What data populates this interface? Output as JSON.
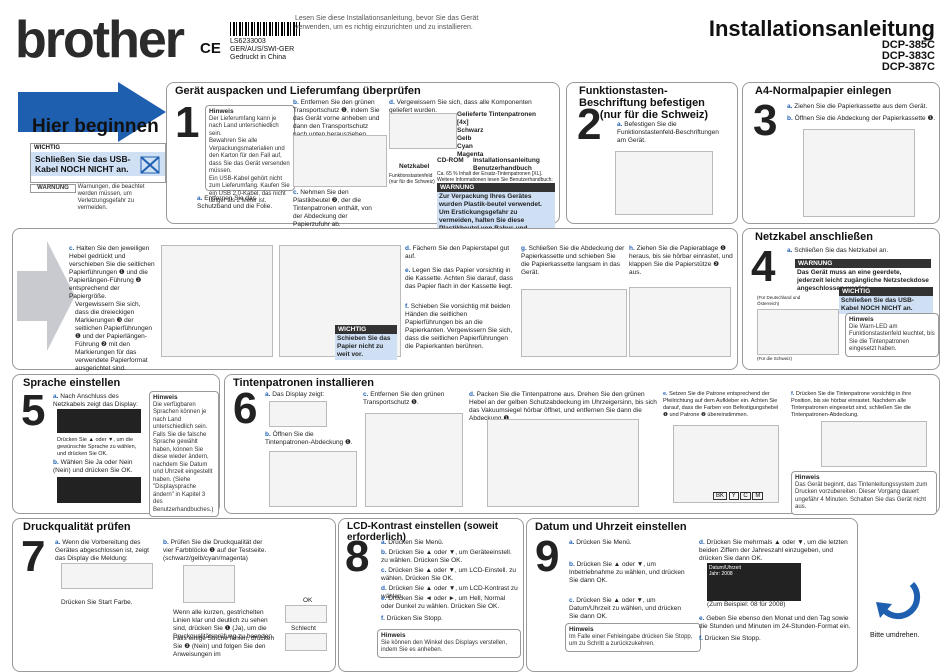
{
  "header": {
    "logo": "brother",
    "ce_mark": "CE",
    "doc_code": "LS6233003",
    "doc_region": "GER/AUS/SWI-GER",
    "doc_print": "Gedruckt in China",
    "intro": "Lesen Sie diese Installationsanleitung, bevor Sie das Gerät verwenden, um es richtig einzurichten und zu installieren.",
    "title": "Installationsanleitung",
    "models": [
      "DCP-385C",
      "DCP-383C",
      "DCP-387C"
    ]
  },
  "begin": {
    "title": "Hier beginnen",
    "wichtig_label": "WICHTIG",
    "wichtig_text": "Schließen Sie das USB-Kabel NOCH NICHT an.",
    "warnung_label": "WARNUNG",
    "warnung_text": "Warnungen, die beachtet werden müssen, um Verletzungsgefahr zu vermeiden."
  },
  "s1": {
    "title": "Gerät auspacken und Lieferumfang überprüfen",
    "num": "1",
    "hint_title": "Hinweis",
    "hint_items": [
      "Der Lieferumfang kann je nach Land unterschiedlich sein.",
      "Bewahren Sie alle Verpackungsmaterialien und den Karton für den Fall auf, dass Sie das Gerät versenden müssen.",
      "Ein USB-Kabel gehört nicht zum Lieferumfang. Kaufen Sie ein USB 2.0-Kabel, das nicht länger als 2 Meter ist."
    ],
    "a": "Entfernen Sie das Schutzband und die Folie.",
    "b": "Entfernen Sie den grünen Transportschutz ❶, indem Sie das Gerät vorne anheben und dann den Transportschutz nach unten herausziehen.",
    "c": "Nehmen Sie den Plastikbeutel ❷, der die Tintenpatronen enthält, von der Abdeckung der Papierzufuhr ab.",
    "d": "Vergewissern Sie sich, dass alle Komponenten geliefert wurden.",
    "components": [
      "Gelieferte Tintenpatronen [4x]",
      "Schwarz",
      "Gelb",
      "Cyan",
      "Magenta"
    ],
    "cdrom": "CD-ROM",
    "netzkabel": "Netzkabel",
    "install_manual": "Installationsanleitung Benutzerhandbuch",
    "fk_label": "Funktionstastenfeld (nur für die Schweiz)",
    "cd_note": "Ca. 65 % Inhalt der Ersatz-Tintenpatronen [XL]. Weitere Informationen lesen Sie Benutzerhandbuch: Verbrauchsmaterialien.",
    "warnung_label": "WARNUNG",
    "warnung_text": "Zur Verpackung Ihres Gerätes wurden Plastik-beutel verwendet. Um Erstickungsgefahr zu vermeiden, halten Sie diese Plastikbeutel von Babys und Kindern fern."
  },
  "s2": {
    "title": "Funktionstasten-Beschriftung befestigen",
    "subtitle": "(nur für die Schweiz)",
    "num": "2",
    "a": "Befestigen Sie die Funktionstastenfeld-Beschriftungen am Gerät."
  },
  "s3": {
    "title": "A4-Normalpapier einlegen",
    "num": "3",
    "a": "Ziehen Sie die Papierkassette aus dem Gerät.",
    "b": "Öffnen Sie die Abdeckung der Papierkassette ❶."
  },
  "paper": {
    "c": "Halten Sie den jeweiligen Hebel gedrückt und verschieben Sie die seitlichen Papierführungen ❶ und die Papierlängen-Führung ❷ entsprechend der Papiergröße.",
    "c2": "Vergewissern Sie sich, dass die dreieckigen Markierungen ❸ der seitlichen Papierführungen ❶ und der Papierlängen-Führung ❷ mit den Markierungen für das verwendete Papierformat ausgerichtet sind.",
    "d": "Fächern Sie den Papierstapel gut auf.",
    "e": "Legen Sie das Papier vorsichtig in die Kassette. Achten Sie darauf, dass das Papier flach in der Kassette liegt.",
    "f": "Schieben Sie vorsichtig mit beiden Händen die seitlichen Papierführungen bis an die Papierkanten. Vergewissern Sie sich, dass die seitlichen Papierführungen die Papierkanten berühren.",
    "wichtig_label": "WICHTIG",
    "wichtig_text": "Schieben Sie das Papier nicht zu weit vor.",
    "g": "Schließen Sie die Abdeckung der Papierkassette und schieben Sie die Papierkassette langsam in das Gerät.",
    "h": "Ziehen Sie die Papierablage ❶ heraus, bis sie hörbar einrastet, und klappen Sie die Papierstütze ❷ aus."
  },
  "s4": {
    "title": "Netzkabel anschließen",
    "num": "4",
    "a": "Schließen Sie das Netzkabel an.",
    "warnung_label": "WARNUNG",
    "warnung_text": "Das Gerät muss an eine geerdete, jederzeit leicht zugängliche Netzsteckdose angeschlossen werden.",
    "wichtig_label": "WICHTIG",
    "wichtig_text": "Schließen Sie das USB-Kabel NOCH NICHT an.",
    "hint_title": "Hinweis",
    "hint_text": "Die Warn-LED am Funktionstastenfeld leuchtet, bis Sie die Tintenpatronen eingesetzt haben.",
    "label_de": "(Für Deutschland und Österreich)",
    "label_ch": "(Für die Schweiz)"
  },
  "s5": {
    "title": "Sprache einstellen",
    "num": "5",
    "a": "Nach Anschluss des Netzkabels zeigt das Display:",
    "a2": "Drücken Sie ▲ oder ▼, um die gewünschte Sprache zu wählen, und drücken Sie OK.",
    "b": "Wählen Sie Ja oder Nein (Nein) und drücken Sie OK.",
    "hint_title": "Hinweis",
    "hint_items": [
      "Die verfügbaren Sprachen können je nach Land unterschiedlich sein.",
      "Falls Sie die falsche Sprache gewählt haben, können Sie diese wieder ändern, nachdem Sie Datum und Uhrzeit eingestellt haben. (Siehe \"Displaysprache ändern\" in Kapitel 3 des Benutzerhandbuches.)"
    ]
  },
  "s6": {
    "title": "Tintenpatronen installieren",
    "num": "6",
    "a": "Das Display zeigt:",
    "b": "Öffnen Sie die Tintenpatronen-Abdeckung ❶.",
    "c": "Entfernen Sie den grünen Transportschutz ❶.",
    "d": "Packen Sie die Tintenpatrone aus. Drehen Sie den grünen Hebel an der gelben Schutzabdeckung im Uhrzeigersinn, bis sich das Vakuumsiegel hörbar öffnet, und entfernen Sie dann die Abdeckung ❶.",
    "e": "Setzen Sie die Patrone entsprechend der Pfeilrichtung auf dem Aufkleber ein. Achten Sie darauf, dass die Farben von Befestigungshebel ❶ und Patrone ❷ übereinstimmen.",
    "f": "Drücken Sie die Tintenpatrone vorsichtig in ihre Position, bis sie hörbar einrastet. Nachdem alle Tintenpatronen eingesetzt sind, schließen Sie die Tintenpatronen-Abdeckung.",
    "hint_title": "Hinweis",
    "hint_text": "Das Gerät beginnt, das Tintenleitungssystem zum Drucken vorzubereiten. Dieser Vorgang dauert ungefähr 4 Minuten. Schalten Sie das Gerät nicht aus.",
    "colors": [
      "BK",
      "Y",
      "C",
      "M"
    ]
  },
  "s7": {
    "title": "Druckqualität prüfen",
    "num": "7",
    "a": "Wenn die Vorbereitung des Gerätes abgeschlossen ist, zeigt das Display die Meldung:",
    "a2": "Drücken Sie Start Farbe.",
    "b": "Prüfen Sie die Druckqualität der vier Farbblöcke ❶ auf der Testseite. (schwarz/gelb/cyan/magenta)",
    "b1": "Wenn alle kurzen, gestrichelten Linien klar und deutlich zu sehen sind, drücken Sie ❶ (Ja), um die Druckqualitätsprüfung zu beenden.",
    "b2": "Falls einige Striche fehlen, drücken Sie ❷ (Nein) und folgen Sie den Anweisungen im",
    "ok_label": "OK",
    "bad_label": "Schlecht"
  },
  "s8": {
    "title": "LCD-Kontrast einstellen (soweit erforderlich)",
    "num": "8",
    "a": "Drücken Sie Menü.",
    "b": "Drücken Sie ▲ oder ▼, um Geräteeinstell. zu wählen. Drücken Sie OK.",
    "c": "Drücken Sie ▲ oder ▼, um LCD-Einstell. zu wählen. Drücken Sie OK.",
    "d": "Drücken Sie ▲ oder ▼, um LCD-Kontrast zu wählen.",
    "e": "Drücken Sie ◄ oder ►, um Hell, Normal oder Dunkel zu wählen. Drücken Sie OK.",
    "f": "Drücken Sie Stopp.",
    "hint_title": "Hinweis",
    "hint_text": "Sie können den Winkel des Displays verstellen, indem Sie es anheben."
  },
  "s9": {
    "title": "Datum und Uhrzeit einstellen",
    "num": "9",
    "a": "Drücken Sie Menü.",
    "b": "Drücken Sie ▲ oder ▼, um Inbetriebnahme zu wählen, und drücken Sie dann OK.",
    "c": "Drücken Sie ▲ oder ▼, um Datum/Uhrzeit zu wählen, und drücken Sie dann OK.",
    "d": "Drücken Sie mehrmals ▲ oder ▼, um die letzten beiden Ziffern der Jahreszahl einzugeben, und drücken Sie dann OK.",
    "example": "(Zum Beispiel: 08 für 2008)",
    "e": "Geben Sie ebenso den Monat und den Tag sowie die Stunden und Minuten im 24-Stunden-Format ein.",
    "f": "Drücken Sie Stopp.",
    "hint_title": "Hinweis",
    "hint_text": "Im Falle einer Fehleingabe drücken Sie Stopp, um zu Schritt a zurückzukehren.",
    "lcd_title": "Datum/Uhrzeit",
    "lcd_year": "Jahr: 2008",
    "turn": "Bitte umdrehen."
  }
}
